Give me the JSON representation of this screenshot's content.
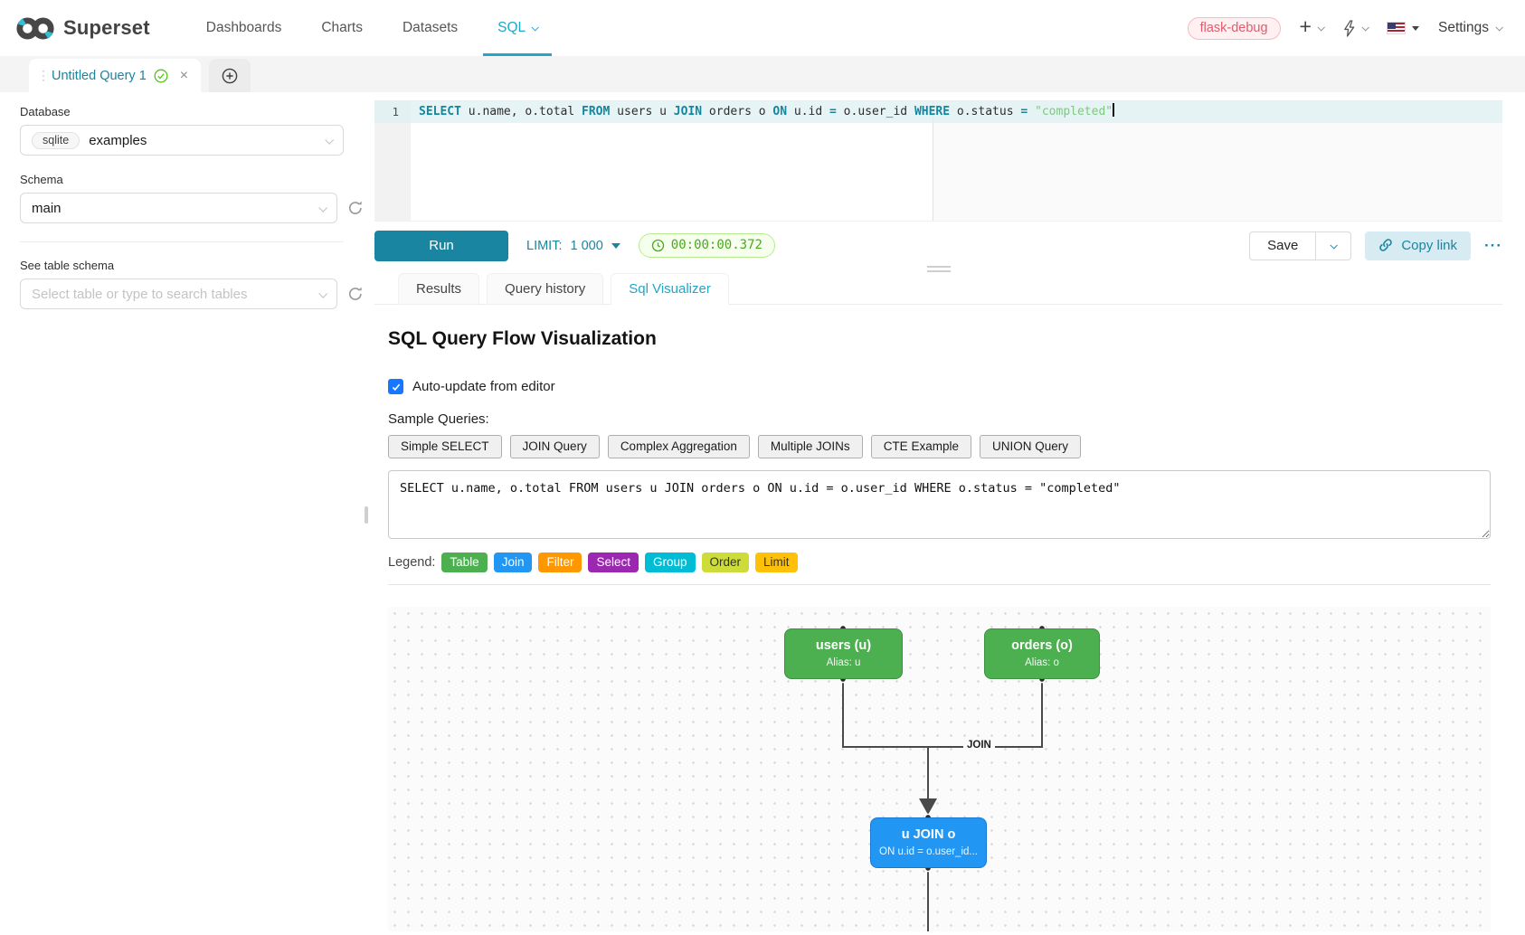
{
  "nav": {
    "brand": "Superset",
    "items": [
      {
        "label": "Dashboards"
      },
      {
        "label": "Charts"
      },
      {
        "label": "Datasets"
      },
      {
        "label": "SQL"
      }
    ],
    "env_badge": "flask-debug",
    "settings_label": "Settings"
  },
  "icons": {
    "plus": "+",
    "close": "×",
    "more": "···",
    "drag_dots": "⋮"
  },
  "query_tab": {
    "title": "Untitled Query 1"
  },
  "sidebar": {
    "database_label": "Database",
    "database_engine": "sqlite",
    "database_value": "examples",
    "schema_label": "Schema",
    "schema_value": "main",
    "table_label": "See table schema",
    "table_placeholder": "Select table or type to search tables"
  },
  "editor": {
    "line_number": "1",
    "sql": "SELECT u.name, o.total FROM users u JOIN orders o ON u.id = o.user_id WHERE o.status = \"completed\"",
    "tokens": [
      {
        "text": "SELECT",
        "type": "keyword"
      },
      {
        "text": " u.name, o.total ",
        "type": "ident"
      },
      {
        "text": "FROM",
        "type": "keyword"
      },
      {
        "text": " users u ",
        "type": "ident"
      },
      {
        "text": "JOIN",
        "type": "keyword"
      },
      {
        "text": " orders o ",
        "type": "ident"
      },
      {
        "text": "ON",
        "type": "keyword"
      },
      {
        "text": " u.id ",
        "type": "ident"
      },
      {
        "text": "=",
        "type": "keyword"
      },
      {
        "text": " o.user_id ",
        "type": "ident"
      },
      {
        "text": "WHERE",
        "type": "keyword"
      },
      {
        "text": " o.status ",
        "type": "ident"
      },
      {
        "text": "=",
        "type": "keyword"
      },
      {
        "text": " ",
        "type": "ident"
      },
      {
        "text": "\"completed\"",
        "type": "string"
      }
    ]
  },
  "toolbar": {
    "run_label": "Run",
    "limit_label": "LIMIT:",
    "limit_value": "1 000",
    "timer": "00:00:00.372",
    "save_label": "Save",
    "copy_link_label": "Copy link"
  },
  "result_tabs": [
    {
      "label": "Results"
    },
    {
      "label": "Query history"
    },
    {
      "label": "Sql Visualizer"
    }
  ],
  "visualizer": {
    "title": "SQL Query Flow Visualization",
    "auto_update_label": "Auto-update from editor",
    "auto_update_checked": true,
    "sample_queries_label": "Sample Queries:",
    "sample_buttons": [
      "Simple SELECT",
      "JOIN Query",
      "Complex Aggregation",
      "Multiple JOINs",
      "CTE Example",
      "UNION Query"
    ],
    "sql_text": "SELECT u.name, o.total FROM users u JOIN orders o ON u.id = o.user_id WHERE o.status = \"completed\"",
    "legend_label": "Legend:",
    "legend": [
      {
        "label": "Table",
        "color": "#4CAF50",
        "text_color": "#ffffff"
      },
      {
        "label": "Join",
        "color": "#2196F3",
        "text_color": "#ffffff"
      },
      {
        "label": "Filter",
        "color": "#FF9800",
        "text_color": "#ffffff"
      },
      {
        "label": "Select",
        "color": "#9C27B0",
        "text_color": "#ffffff"
      },
      {
        "label": "Group",
        "color": "#00BCD4",
        "text_color": "#ffffff"
      },
      {
        "label": "Order",
        "color": "#CDDC39",
        "text_color": "#333333"
      },
      {
        "label": "Limit",
        "color": "#FFC107",
        "text_color": "#333333"
      }
    ],
    "diagram": {
      "edge_label": "JOIN",
      "nodes": [
        {
          "id": "users",
          "title": "users (u)",
          "subtitle": "Alias: u",
          "color": "#4CAF50",
          "border_color": "#3d9140"
        },
        {
          "id": "orders",
          "title": "orders (o)",
          "subtitle": "Alias: o",
          "color": "#4CAF50",
          "border_color": "#3d9140"
        },
        {
          "id": "join",
          "title": "u JOIN o",
          "subtitle": "ON u.id = o.user_id...",
          "color": "#2196F3",
          "border_color": "#1976D2"
        }
      ]
    }
  },
  "colors": {
    "brand": "#20a7c9",
    "run_button": "#1a85a0",
    "timer_green": "#49aa19"
  }
}
